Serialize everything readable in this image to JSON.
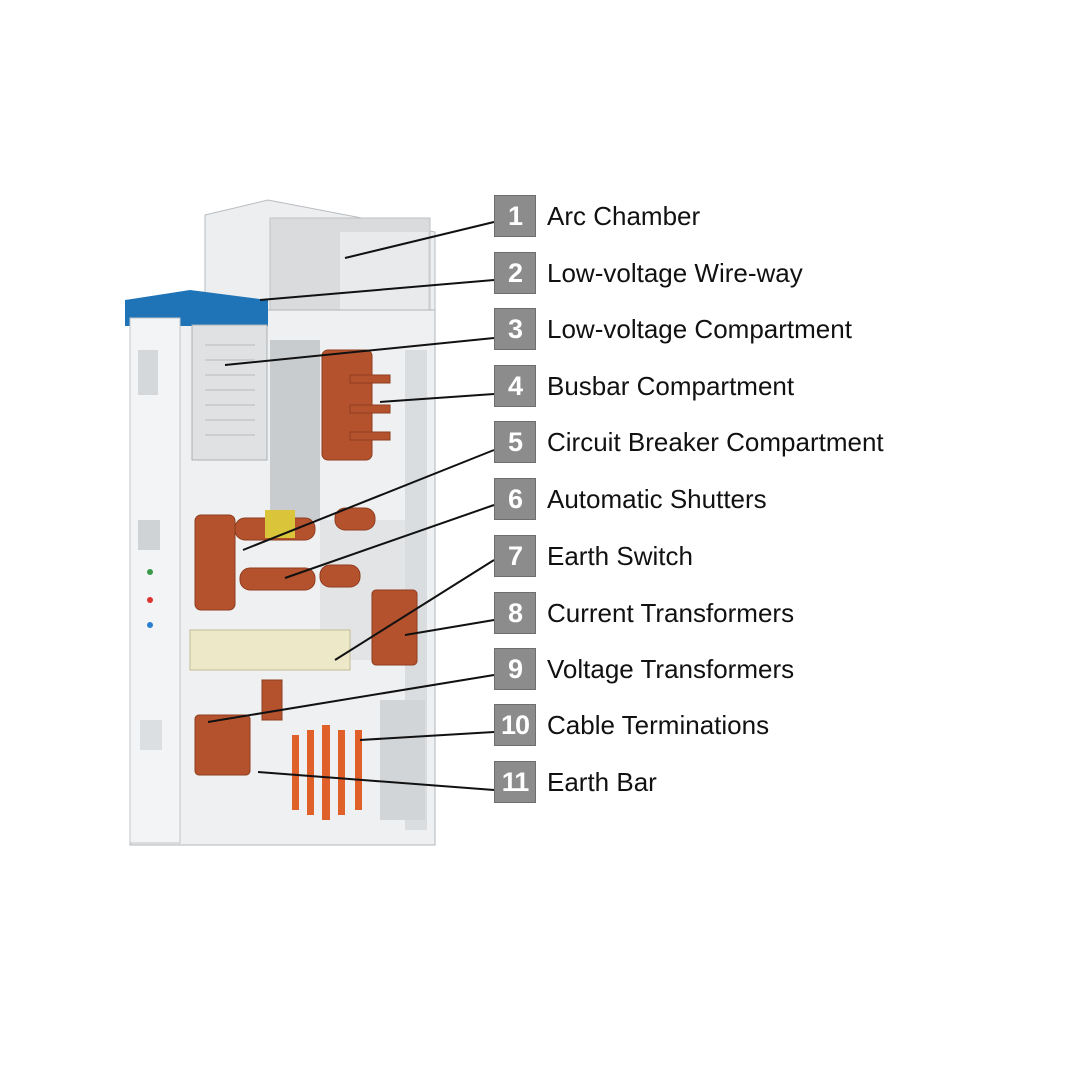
{
  "diagram": {
    "subject": "switchgear-cabinet",
    "callouts": [
      {
        "number": "1",
        "label": "Arc Chamber"
      },
      {
        "number": "2",
        "label": "Low-voltage Wire-way"
      },
      {
        "number": "3",
        "label": "Low-voltage Compartment"
      },
      {
        "number": "4",
        "label": "Busbar Compartment"
      },
      {
        "number": "5",
        "label": "Circuit Breaker Compartment"
      },
      {
        "number": "6",
        "label": "Automatic Shutters"
      },
      {
        "number": "7",
        "label": "Earth Switch"
      },
      {
        "number": "8",
        "label": "Current Transformers"
      },
      {
        "number": "9",
        "label": "Voltage Transformers"
      },
      {
        "number": "10",
        "label": "Cable Terminations"
      },
      {
        "number": "11",
        "label": "Earth Bar"
      }
    ],
    "colors": {
      "badge": "#8c8c8c",
      "copper": "#b5522e",
      "blue_top": "#1f74b8",
      "steel": "#e4e6e8"
    }
  }
}
